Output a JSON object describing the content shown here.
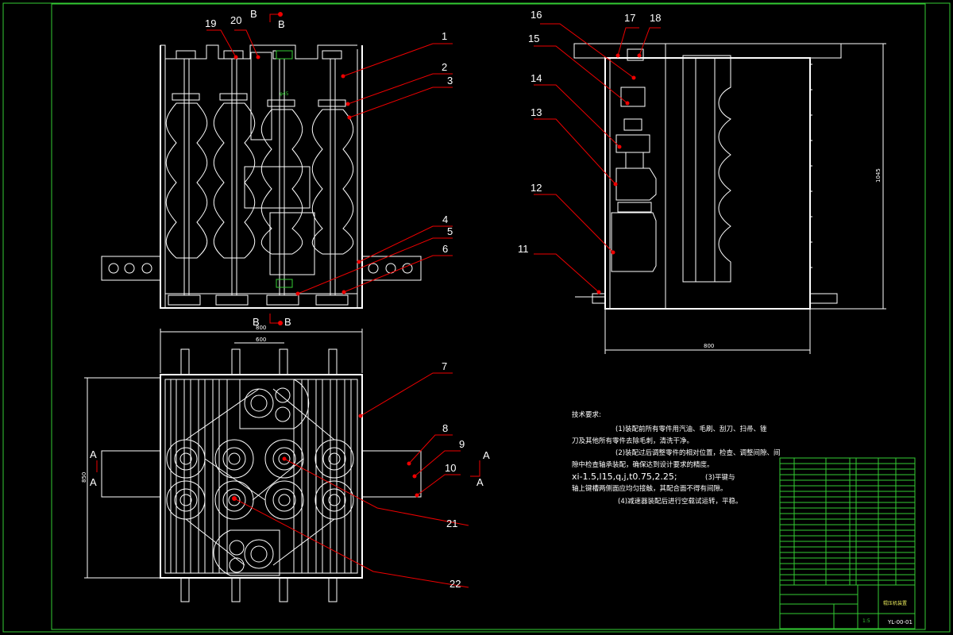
{
  "colors": {
    "background": "#000000",
    "frame": "#3cc83c",
    "outline": "#ffffff",
    "leader": "#e00000"
  },
  "section_marks": {
    "b": "B",
    "a": "A"
  },
  "dimensions": {
    "top_width": "800",
    "bottom_width": "800",
    "inner_width": "600",
    "right_height": "1045",
    "left_height": "850"
  },
  "balloons": [
    {
      "n": "1"
    },
    {
      "n": "2"
    },
    {
      "n": "3"
    },
    {
      "n": "4"
    },
    {
      "n": "5"
    },
    {
      "n": "6"
    },
    {
      "n": "7"
    },
    {
      "n": "8"
    },
    {
      "n": "9"
    },
    {
      "n": "10"
    },
    {
      "n": "11"
    },
    {
      "n": "12"
    },
    {
      "n": "13"
    },
    {
      "n": "14"
    },
    {
      "n": "15"
    },
    {
      "n": "16"
    },
    {
      "n": "17"
    },
    {
      "n": "18"
    },
    {
      "n": "19"
    },
    {
      "n": "20"
    },
    {
      "n": "21"
    },
    {
      "n": "22"
    }
  ],
  "notes": {
    "title": "技术要求:",
    "line1": "(1)装配前所有零件用汽油、毛刷、刮刀、扫帚、锉",
    "line2": "刀及其他所有零件去除毛刺，清洗干净。",
    "line3": "(2)装配过后调整零件的相对位置，检查、调整间隙、间",
    "line4": "隙中检查轴承装配，确保达到设计要求的精度。",
    "line5": "xi-1.5,l15,q,j,t0.75,2.25;",
    "line5b": "(3)平键与",
    "line6": "轴上键槽两侧面应均匀接触，其配合面不得有间隙。",
    "line7": "(4)减速器装配后进行空载试运转，平稳。"
  },
  "title_block": {
    "drawing_no": "YL-00-01",
    "name": "辊压机装置",
    "scale": "1:5"
  }
}
